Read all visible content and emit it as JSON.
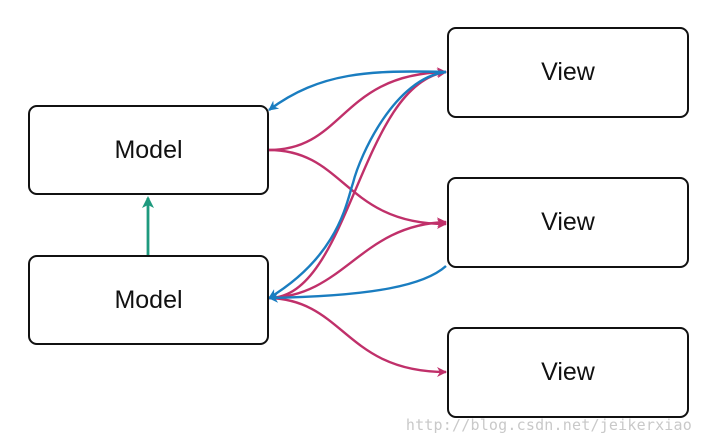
{
  "nodes": {
    "model_top": "Model",
    "model_bottom": "Model",
    "view_top": "View",
    "view_middle": "View",
    "view_bottom": "View"
  },
  "colors": {
    "read_arrow": "#1a7dc0",
    "write_arrow": "#c0306a",
    "dependency_arrow": "#1e9a7e",
    "box_border": "#111111"
  },
  "watermark": "http://blog.csdn.net/jeikerxiao"
}
